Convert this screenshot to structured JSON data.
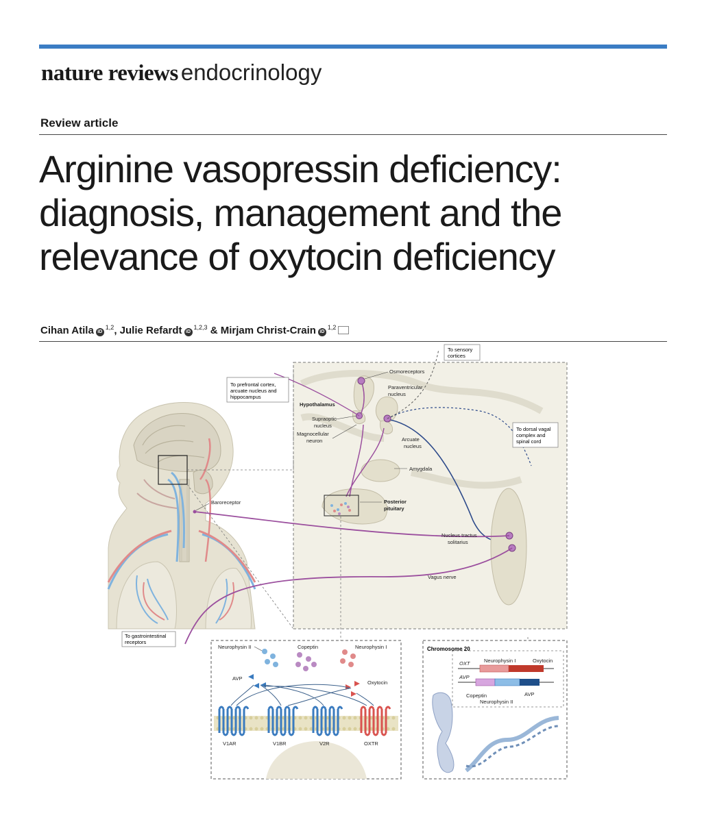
{
  "header": {
    "brand": "nature reviews",
    "journal": "endocrinology"
  },
  "article": {
    "type": "Review article",
    "title_lines": [
      "Arginine vasopressin deficiency:",
      "diagnosis, management and the",
      "relevance of oxytocin deficiency"
    ],
    "authors": [
      {
        "name": "Cihan Atila",
        "affil": "1,2"
      },
      {
        "name": "Julie Refardt",
        "affil": "1,2,3"
      },
      {
        "name": "Mirjam Christ-Crain",
        "affil": "1,2"
      }
    ],
    "author_sep_1": ", ",
    "author_sep_2": " & ",
    "orcid_glyph": "iD"
  },
  "figure": {
    "callouts": {
      "sensory": [
        "To sensory",
        "cortices"
      ],
      "prefrontal": [
        "To prefrontal cortex,",
        "arcuate nucleus and",
        "hippocampus"
      ],
      "dorsal_vagal": [
        "To dorsal vagal",
        "complex and",
        "spinal cord"
      ],
      "gastro": [
        "To gastrointestinal",
        "receptors"
      ]
    },
    "labels": {
      "osmoreceptors": "Osmoreceptors",
      "paraventricular": [
        "Paraventricular",
        "nucleus"
      ],
      "hypothalamus": "Hypothalamus",
      "supraoptic": [
        "Supraoptic",
        "nucleus"
      ],
      "magnocellular": [
        "Magnocellular",
        "neuron"
      ],
      "arcuate": [
        "Arcuate",
        "nucleus"
      ],
      "amygdala": "Amygdala",
      "posterior_pituitary": [
        "Posterior",
        "pituitary"
      ],
      "baroreceptor": "Baroreceptor",
      "nts": [
        "Nucleus tractus",
        "solitarius"
      ],
      "vagus": "Vagus nerve"
    },
    "receptor_panel": {
      "neurophysin2": "Neurophysin II",
      "copeptin": "Copeptin",
      "neurophysin1": "Neurophysin I",
      "avp": "AVP",
      "oxytocin": "Oxytocin",
      "receptors": [
        "V1AR",
        "V1BR",
        "V2R",
        "OXTR"
      ]
    },
    "chromosome_panel": {
      "title": "Chromosome 20",
      "oxt": "OXT",
      "avp_gene": "AVP",
      "neurophysin1": "Neurophysin I",
      "oxytocin": "Oxytocin",
      "copeptin": "Copeptin",
      "neurophysin2": "Neurophysin II",
      "avp": "AVP"
    },
    "colors": {
      "neurophysin2": "#7fb3de",
      "copeptin": "#b98ac2",
      "neurophysin1": "#e08a8a",
      "avp": "#3a7bbf",
      "oxytocin": "#d9534f",
      "nerve": "#9b4f9e",
      "tissue": "#e8e4d4"
    }
  }
}
